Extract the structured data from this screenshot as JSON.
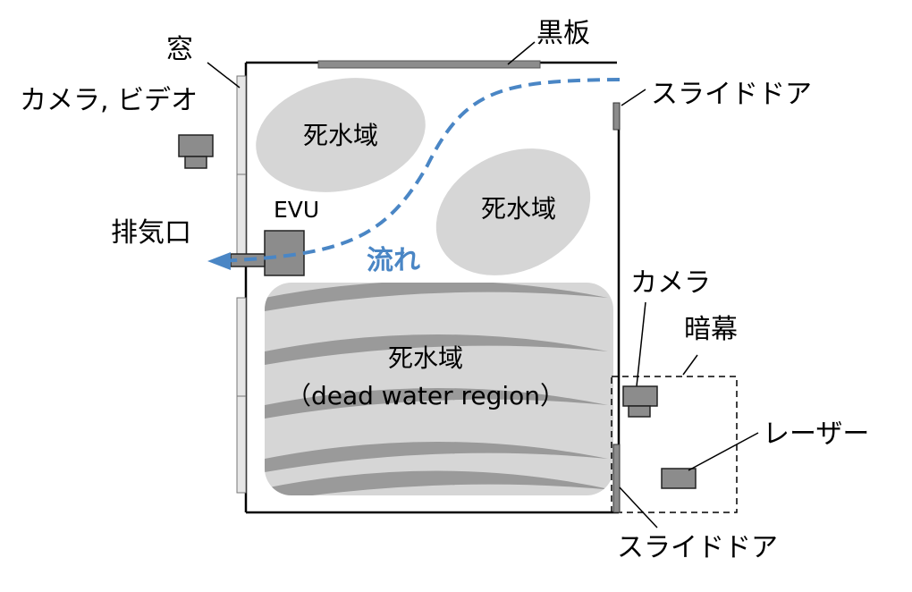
{
  "labels": {
    "blackboard": "黒板",
    "window": "窓",
    "camera_video": "カメラ, ビデオ",
    "sliding_door_top": "スライドドア",
    "sliding_door_bottom": "スライドドア",
    "dead_zone_upper_left": "死水域",
    "dead_zone_middle": "死水域",
    "dead_zone_main": "死水域",
    "dead_zone_main_en": "（dead water region）",
    "evu": "EVU",
    "exhaust": "排気口",
    "flow": "流れ",
    "camera": "カメラ",
    "blackout_curtain": "暗幕",
    "laser": "レーザー"
  },
  "colors": {
    "flow": "#4a86c5",
    "zone_fill": "#d6d6d6",
    "device_fill": "#8c8c8c",
    "wall": "#000000"
  }
}
